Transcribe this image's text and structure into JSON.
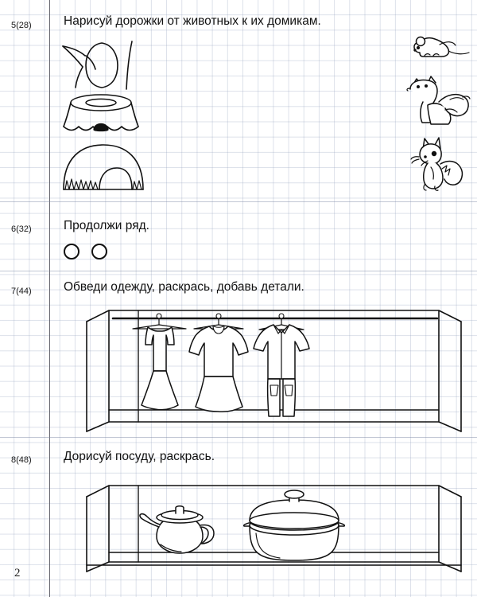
{
  "page": {
    "number": "2",
    "kind": "preschool-workbook-page",
    "language": "ru"
  },
  "tasks": [
    {
      "id": "task-5",
      "number": "5(28)",
      "title": "Нарисуй дорожки от животных к их домикам.",
      "homes": [
        {
          "name": "tree-hollow",
          "label": "дупло"
        },
        {
          "name": "tree-stump-with-hole",
          "label": "пень с норой"
        },
        {
          "name": "burrow-mound-with-grass",
          "label": "норка в холме"
        }
      ],
      "animals": [
        {
          "name": "mouse-drawing",
          "label": "мышь"
        },
        {
          "name": "fox-drawing",
          "label": "лиса"
        },
        {
          "name": "squirrel-drawing",
          "label": "белка"
        }
      ]
    },
    {
      "id": "task-6",
      "number": "6(32)",
      "title": "Продолжи ряд.",
      "pattern": {
        "shape": "circle",
        "count": 2,
        "items": [
          "circle",
          "circle"
        ]
      }
    },
    {
      "id": "task-7",
      "number": "7(44)",
      "title": "Обведи одежду, раскрась, добавь детали.",
      "scene": {
        "name": "open-wardrobe",
        "items": [
          {
            "name": "sleeveless-dress",
            "label": "сарафан"
          },
          {
            "name": "collared-dress",
            "label": "платье"
          },
          {
            "name": "overall-suit",
            "label": "комбинезон"
          }
        ]
      }
    },
    {
      "id": "task-8",
      "number": "8(48)",
      "title": "Дорисуй посуду, раскрась.",
      "scene": {
        "name": "open-shelf",
        "items": [
          {
            "name": "teapot",
            "label": "чайник"
          },
          {
            "name": "cooking-pot",
            "label": "кастрюля"
          }
        ]
      }
    }
  ],
  "colors": {
    "ink": "#111111",
    "grid": "#8c9bb9",
    "paper": "#ffffff",
    "margin_rule": "#4a4a55"
  }
}
